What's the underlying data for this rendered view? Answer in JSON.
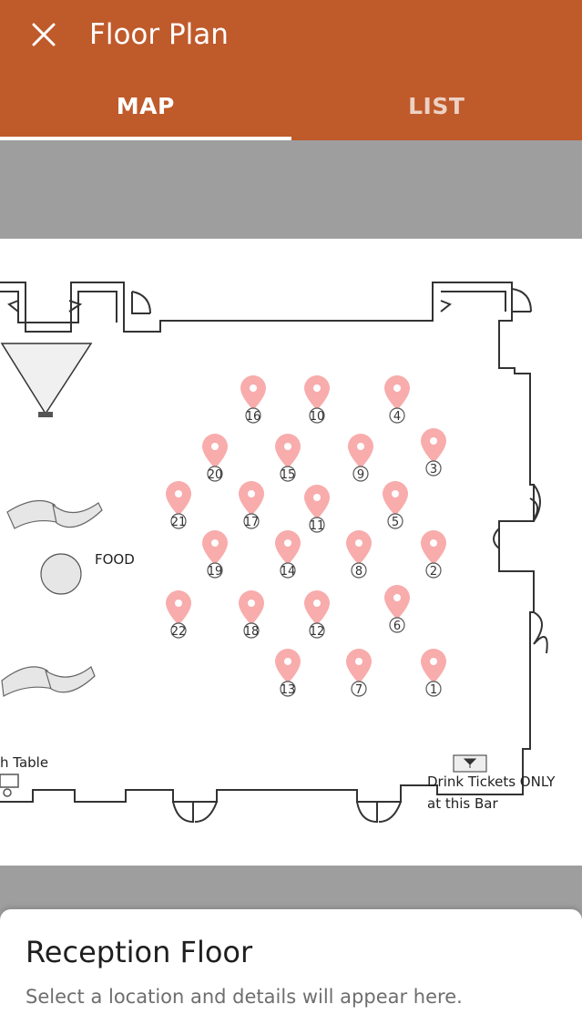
{
  "app_bar": {
    "title": "Floor Plan",
    "close_icon": "close-icon",
    "color": "#bf5a2b"
  },
  "tabs": [
    {
      "label": "MAP",
      "selected": true
    },
    {
      "label": "LIST",
      "selected": false
    }
  ],
  "floor_plan": {
    "labels": {
      "food": "FOOD",
      "table": "h Table",
      "bar_line1": "Drink Tickets ONLY",
      "bar_line2": "at this Bar"
    },
    "pin_color": "#f7a3a3",
    "pins": [
      {
        "id": "16"
      },
      {
        "id": "10"
      },
      {
        "id": "4"
      },
      {
        "id": "20"
      },
      {
        "id": "15"
      },
      {
        "id": "9"
      },
      {
        "id": "3"
      },
      {
        "id": "21"
      },
      {
        "id": "17"
      },
      {
        "id": "11"
      },
      {
        "id": "5"
      },
      {
        "id": "19"
      },
      {
        "id": "14"
      },
      {
        "id": "8"
      },
      {
        "id": "2"
      },
      {
        "id": "22"
      },
      {
        "id": "18"
      },
      {
        "id": "12"
      },
      {
        "id": "6"
      },
      {
        "id": "13"
      },
      {
        "id": "7"
      },
      {
        "id": "1"
      }
    ]
  },
  "sheet": {
    "title": "Reception Floor",
    "subtitle": "Select a location and details will appear here."
  }
}
